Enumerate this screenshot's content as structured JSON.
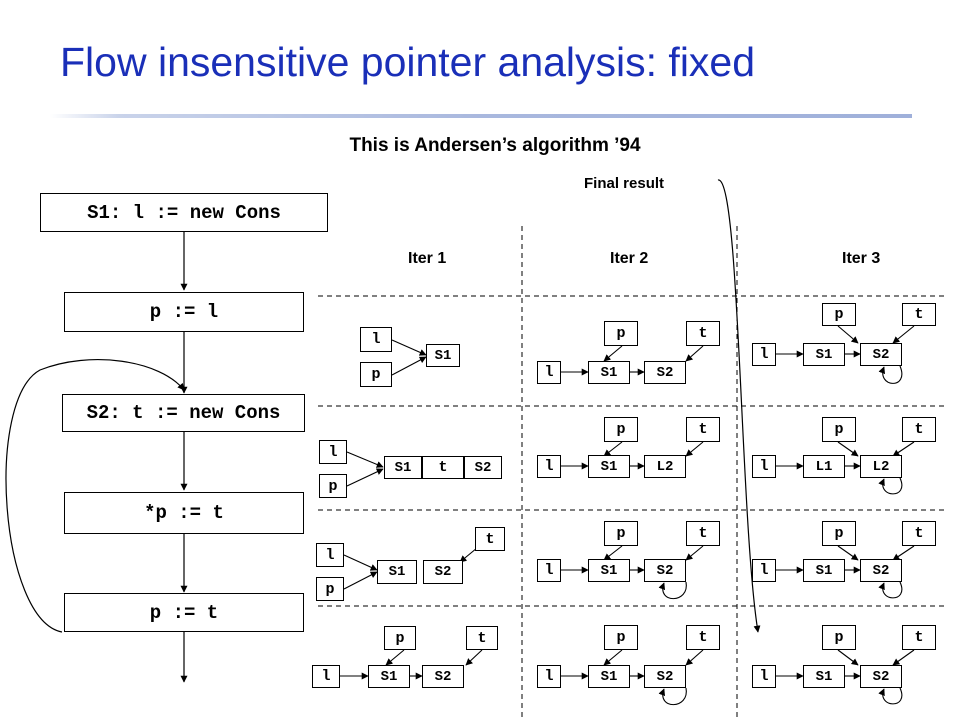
{
  "title": "Flow insensitive pointer analysis: fixed",
  "subtitle": "This is Andersen’s algorithm ’94",
  "final_result_label": "Final result",
  "columns": {
    "iter1": "Iter 1",
    "iter2": "Iter 2",
    "iter3": "Iter 3"
  },
  "program": {
    "s1": "S1: l := new Cons",
    "assign_p_l": "p := l",
    "s2": "S2: t := new Cons",
    "store": "*p := t",
    "assign_p_t": "p := t"
  },
  "var_l": "l",
  "var_p": "p",
  "var_t": "t",
  "loc_s1": "S1",
  "loc_s2": "S2",
  "loc_l1": "L1",
  "loc_l2": "L2",
  "colors": {
    "title": "#1a2fb8",
    "rule": "#a9b8de",
    "lines": "#000000"
  },
  "icons": [
    "arrow-head",
    "self-loop-arrow",
    "back-edge-arrow"
  ]
}
